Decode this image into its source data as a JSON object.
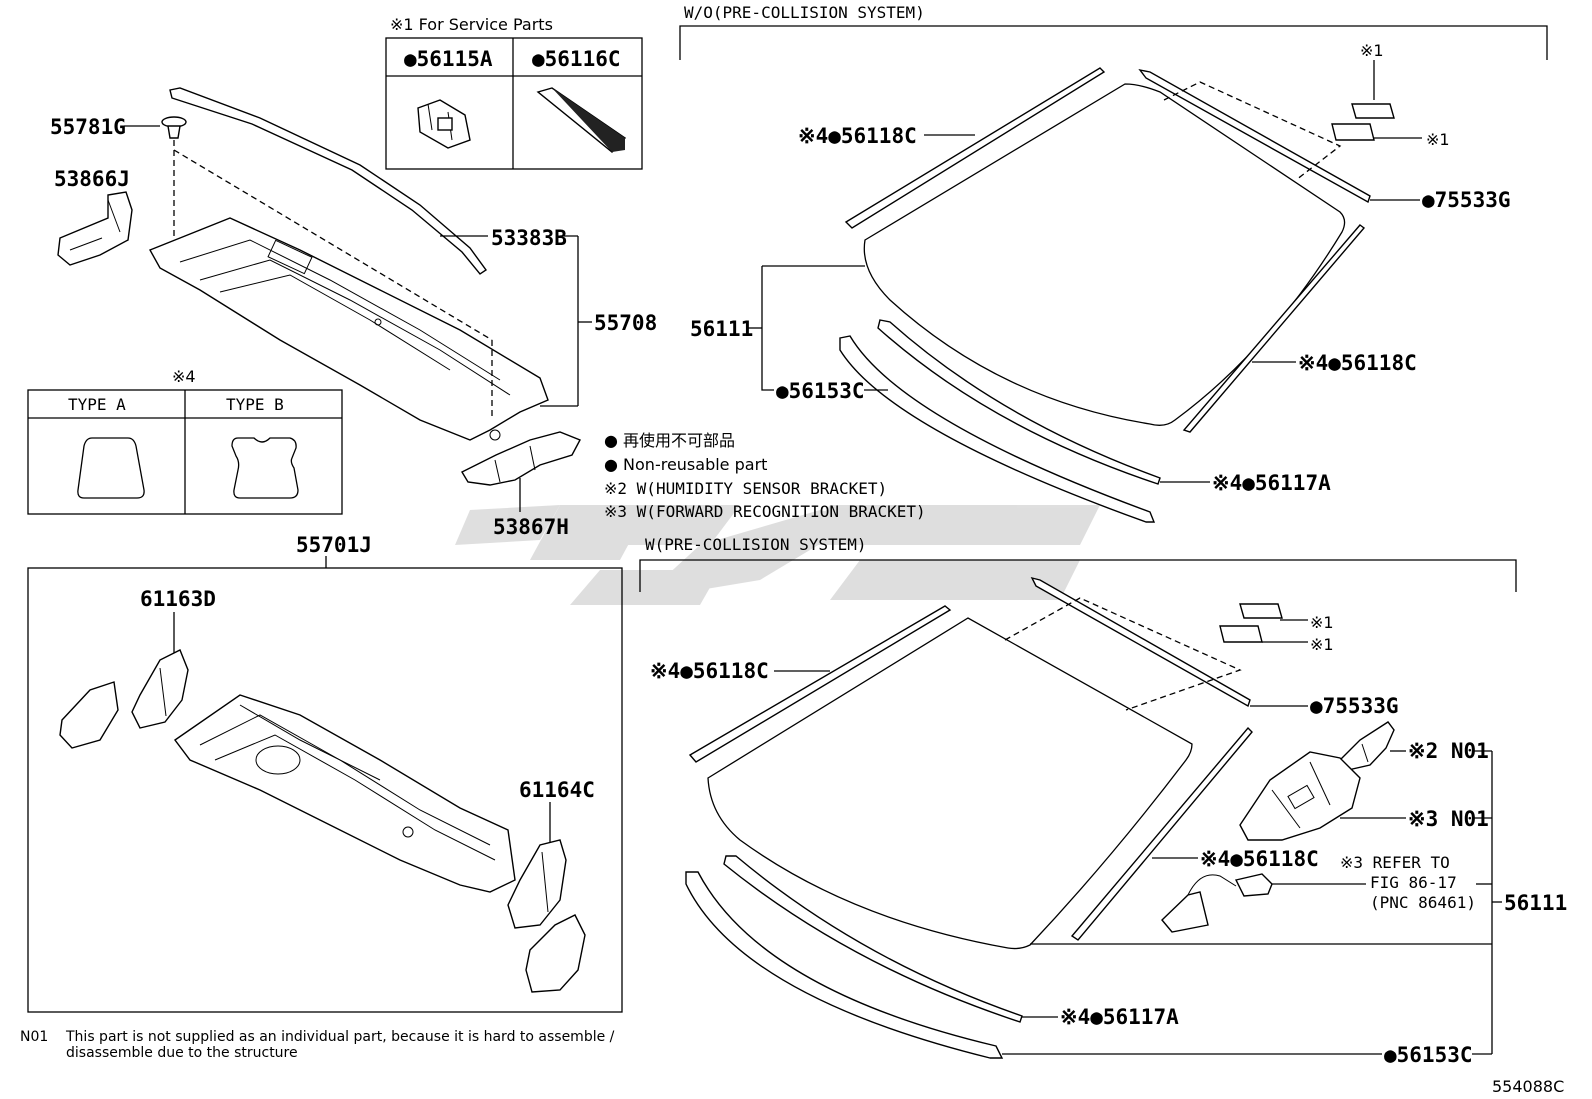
{
  "service_parts": {
    "title": "※1 For Service Parts",
    "col1": "●56115A",
    "col2": "●56116C"
  },
  "type_table": {
    "mark": "※4",
    "col1": "TYPE  A",
    "col2": "TYPE  B"
  },
  "legend": {
    "line1": "● 再使用不可部品",
    "line2": "● Non-reusable part",
    "line3": "※2 W(HUMIDITY SENSOR BRACKET)",
    "line4": "※3 W(FORWARD RECOGNITION BRACKET)"
  },
  "section_top": "W/O(PRE-COLLISION SYSTEM)",
  "section_bottom": "W(PRE-COLLISION SYSTEM)",
  "labels_left": {
    "p55781G": "55781G",
    "p53866J": "53866J",
    "p53383B": "53383B",
    "p55708": "55708",
    "p53867H": "53867H",
    "p55701J": "55701J",
    "p61163D": "61163D",
    "p61164C": "61164C"
  },
  "labels_top": {
    "m1a": "※1",
    "m1b": "※1",
    "p56118C_a": "※4●56118C",
    "p75533G": "●75533G",
    "p56111": "56111",
    "p56118C_b": "※4●56118C",
    "p56153C": "●56153C",
    "p56117A": "※4●56117A"
  },
  "labels_bottom": {
    "m1a": "※1",
    "m1b": "※1",
    "p56118C_a": "※4●56118C",
    "p75533G": "●75533G",
    "n01a": "※2 N01",
    "n01b": "※3 N01",
    "p56118C_b": "※4●56118C",
    "refer1": "※3 REFER TO",
    "refer2": "FIG 86-17",
    "refer3": "(PNC 86461)",
    "p56111": "56111",
    "p56117A": "※4●56117A",
    "p56153C": "●56153C"
  },
  "footnote": {
    "code": "N01",
    "line1": "This part is not supplied as an individual part, because it is hard to assemble /",
    "line2": "disassemble due to the structure"
  },
  "figure_id": "554088C"
}
